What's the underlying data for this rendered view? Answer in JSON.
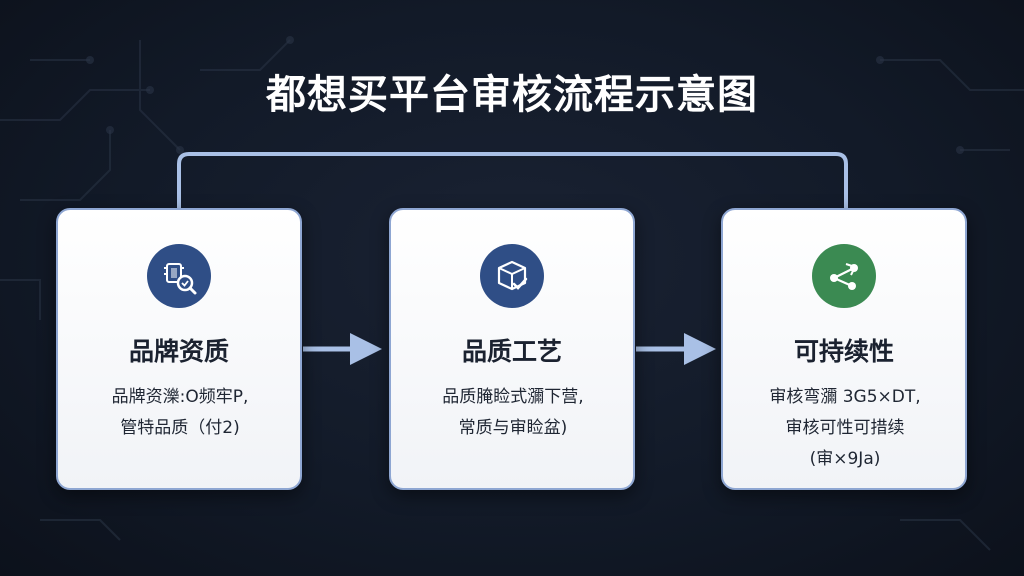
{
  "title": "都想买平台审核流程示意图",
  "colors": {
    "background": "#121a28",
    "card_border": "#8ea6d2",
    "arrow": "#a9c0e6",
    "icon_blue": "#2f4e86",
    "icon_green": "#3b8a52"
  },
  "steps": [
    {
      "title": "品牌资质",
      "icon": "chip-search-icon",
      "lines": [
        "品牌资濼:O频牢P,",
        "管特品质（付2)"
      ]
    },
    {
      "title": "品质工艺",
      "icon": "box-check-icon",
      "lines": [
        "品质腌睑式瀰下营,",
        "常质与审睑盆)"
      ]
    },
    {
      "title": "可持续性",
      "icon": "share-arrows-icon",
      "lines": [
        "审核弯瀰 3G5×DT,",
        "审核可性可措续",
        "(审×9Ja)"
      ]
    }
  ]
}
